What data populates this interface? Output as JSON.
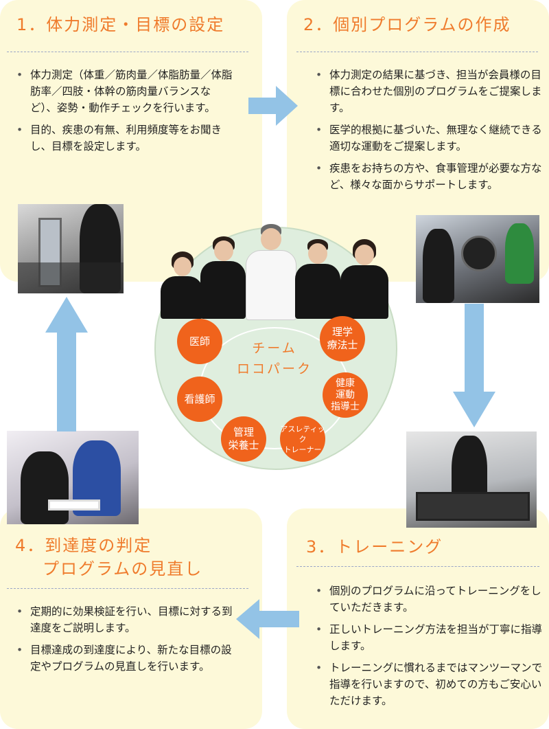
{
  "steps": [
    {
      "title": "1．体力測定・目標の設定",
      "bullets": [
        "体力測定（体重／筋肉量／体脂肪量／体脂肪率／四肢・体幹の筋肉量バランスなど）、姿勢・動作チェックを行います。",
        "目的、疾患の有無、利用頻度等をお聞きし、目標を設定します。"
      ]
    },
    {
      "title": "2．個別プログラムの作成",
      "bullets": [
        "体力測定の結果に基づき、担当が会員様の目標に合わせた個別のプログラムをご提案します。",
        "医学的根拠に基づいた、無理なく継続できる適切な運動をご提案します。",
        "疾患をお持ちの方や、食事管理が必要な方など、様々な面からサポートします。"
      ]
    },
    {
      "title": "3．トレーニング",
      "bullets": [
        "個別のプログラムに沿ってトレーニングをしていただきます。",
        "正しいトレーニング方法を担当が丁寧に指導します。",
        "トレーニングに慣れるまではマンツーマンで指導を行いますので、初めての方もご安心いただけます。"
      ]
    },
    {
      "title_line1": "4．到達度の判定",
      "title_line2": "プログラムの見直し",
      "bullets": [
        "定期的に効果検証を行い、目標に対する到達度をご説明します。",
        "目標達成の到達度により、新たな目標の設定やプログラムの見直しを行います。"
      ]
    }
  ],
  "team": {
    "name": "チーム\nロコパーク",
    "roles": [
      "医師",
      "理学\n療法士",
      "看護師",
      "健康\n運動\n指導士",
      "管理\n栄養士",
      "アスレティック\nトレーナー"
    ]
  },
  "colors": {
    "panel": "#fdf9d9",
    "title": "#ef7b2c",
    "role_circle": "#f0631c",
    "arrow": "#93c3e6",
    "team_circle": "#dfeede"
  },
  "icons": [
    "arrow-right-icon",
    "arrow-down-icon",
    "arrow-left-icon",
    "arrow-up-icon"
  ]
}
